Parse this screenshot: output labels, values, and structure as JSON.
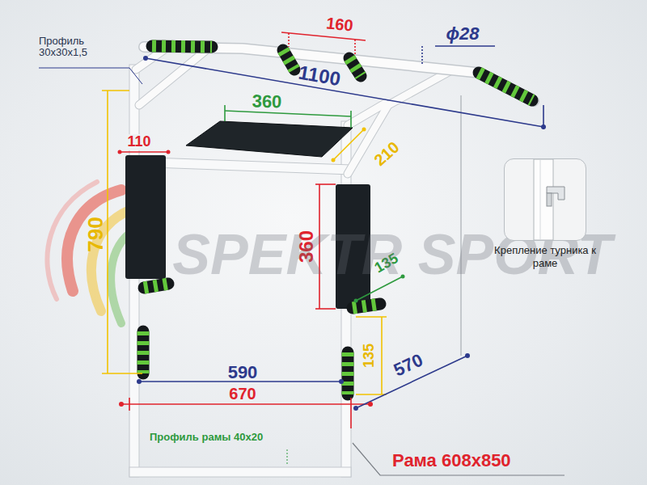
{
  "diagram": {
    "nodes": [
      {
        "text": [
          "Крепление турника к раме"
        ]
      }
    ],
    "labels": [
      "Профиль 30x30x1,5",
      "160",
      "ϕ28",
      "1100",
      "360",
      "110",
      "210",
      "790",
      "360",
      "135",
      "135",
      "590",
      "570",
      "670",
      "Профиль рамы 40x20",
      "Рама 608x850",
      "SPEKTR SPORT"
    ]
  }
}
